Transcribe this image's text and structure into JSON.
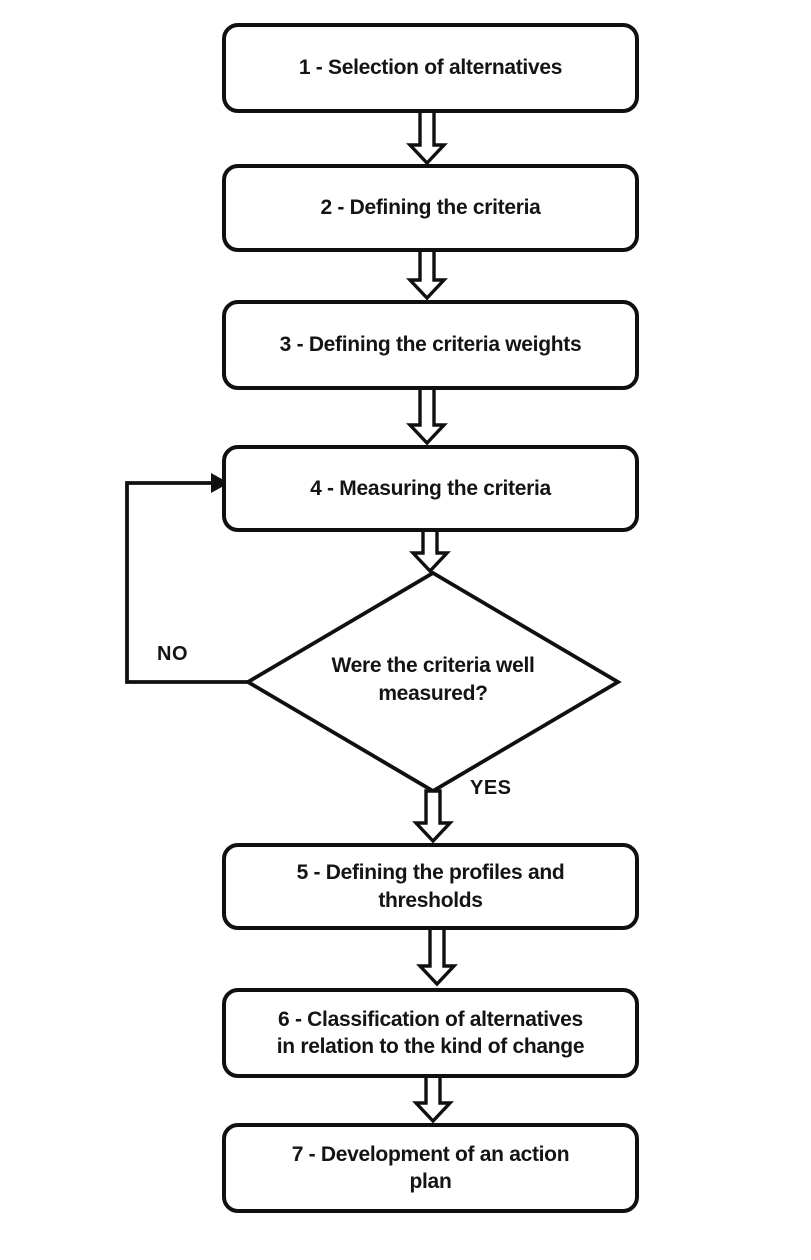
{
  "boxes": [
    {
      "label": "1 - Selection of alternatives"
    },
    {
      "label": "2 - Defining the criteria"
    },
    {
      "label": "3 - Defining the criteria weights"
    },
    {
      "label": "4 - Measuring the criteria"
    },
    {
      "label": "5 - Defining the profiles and\nthresholds"
    },
    {
      "label": "6 - Classification of alternatives\nin relation to the kind of change"
    },
    {
      "label": "7 - Development of an action\nplan"
    }
  ],
  "decision": {
    "question": "Were the criteria well\nmeasured?",
    "no_label": "NO",
    "yes_label": "YES"
  },
  "colors": {
    "line": "#101010",
    "background": "#ffffff",
    "shape_fill": "#ffffff",
    "text": "#141414"
  }
}
